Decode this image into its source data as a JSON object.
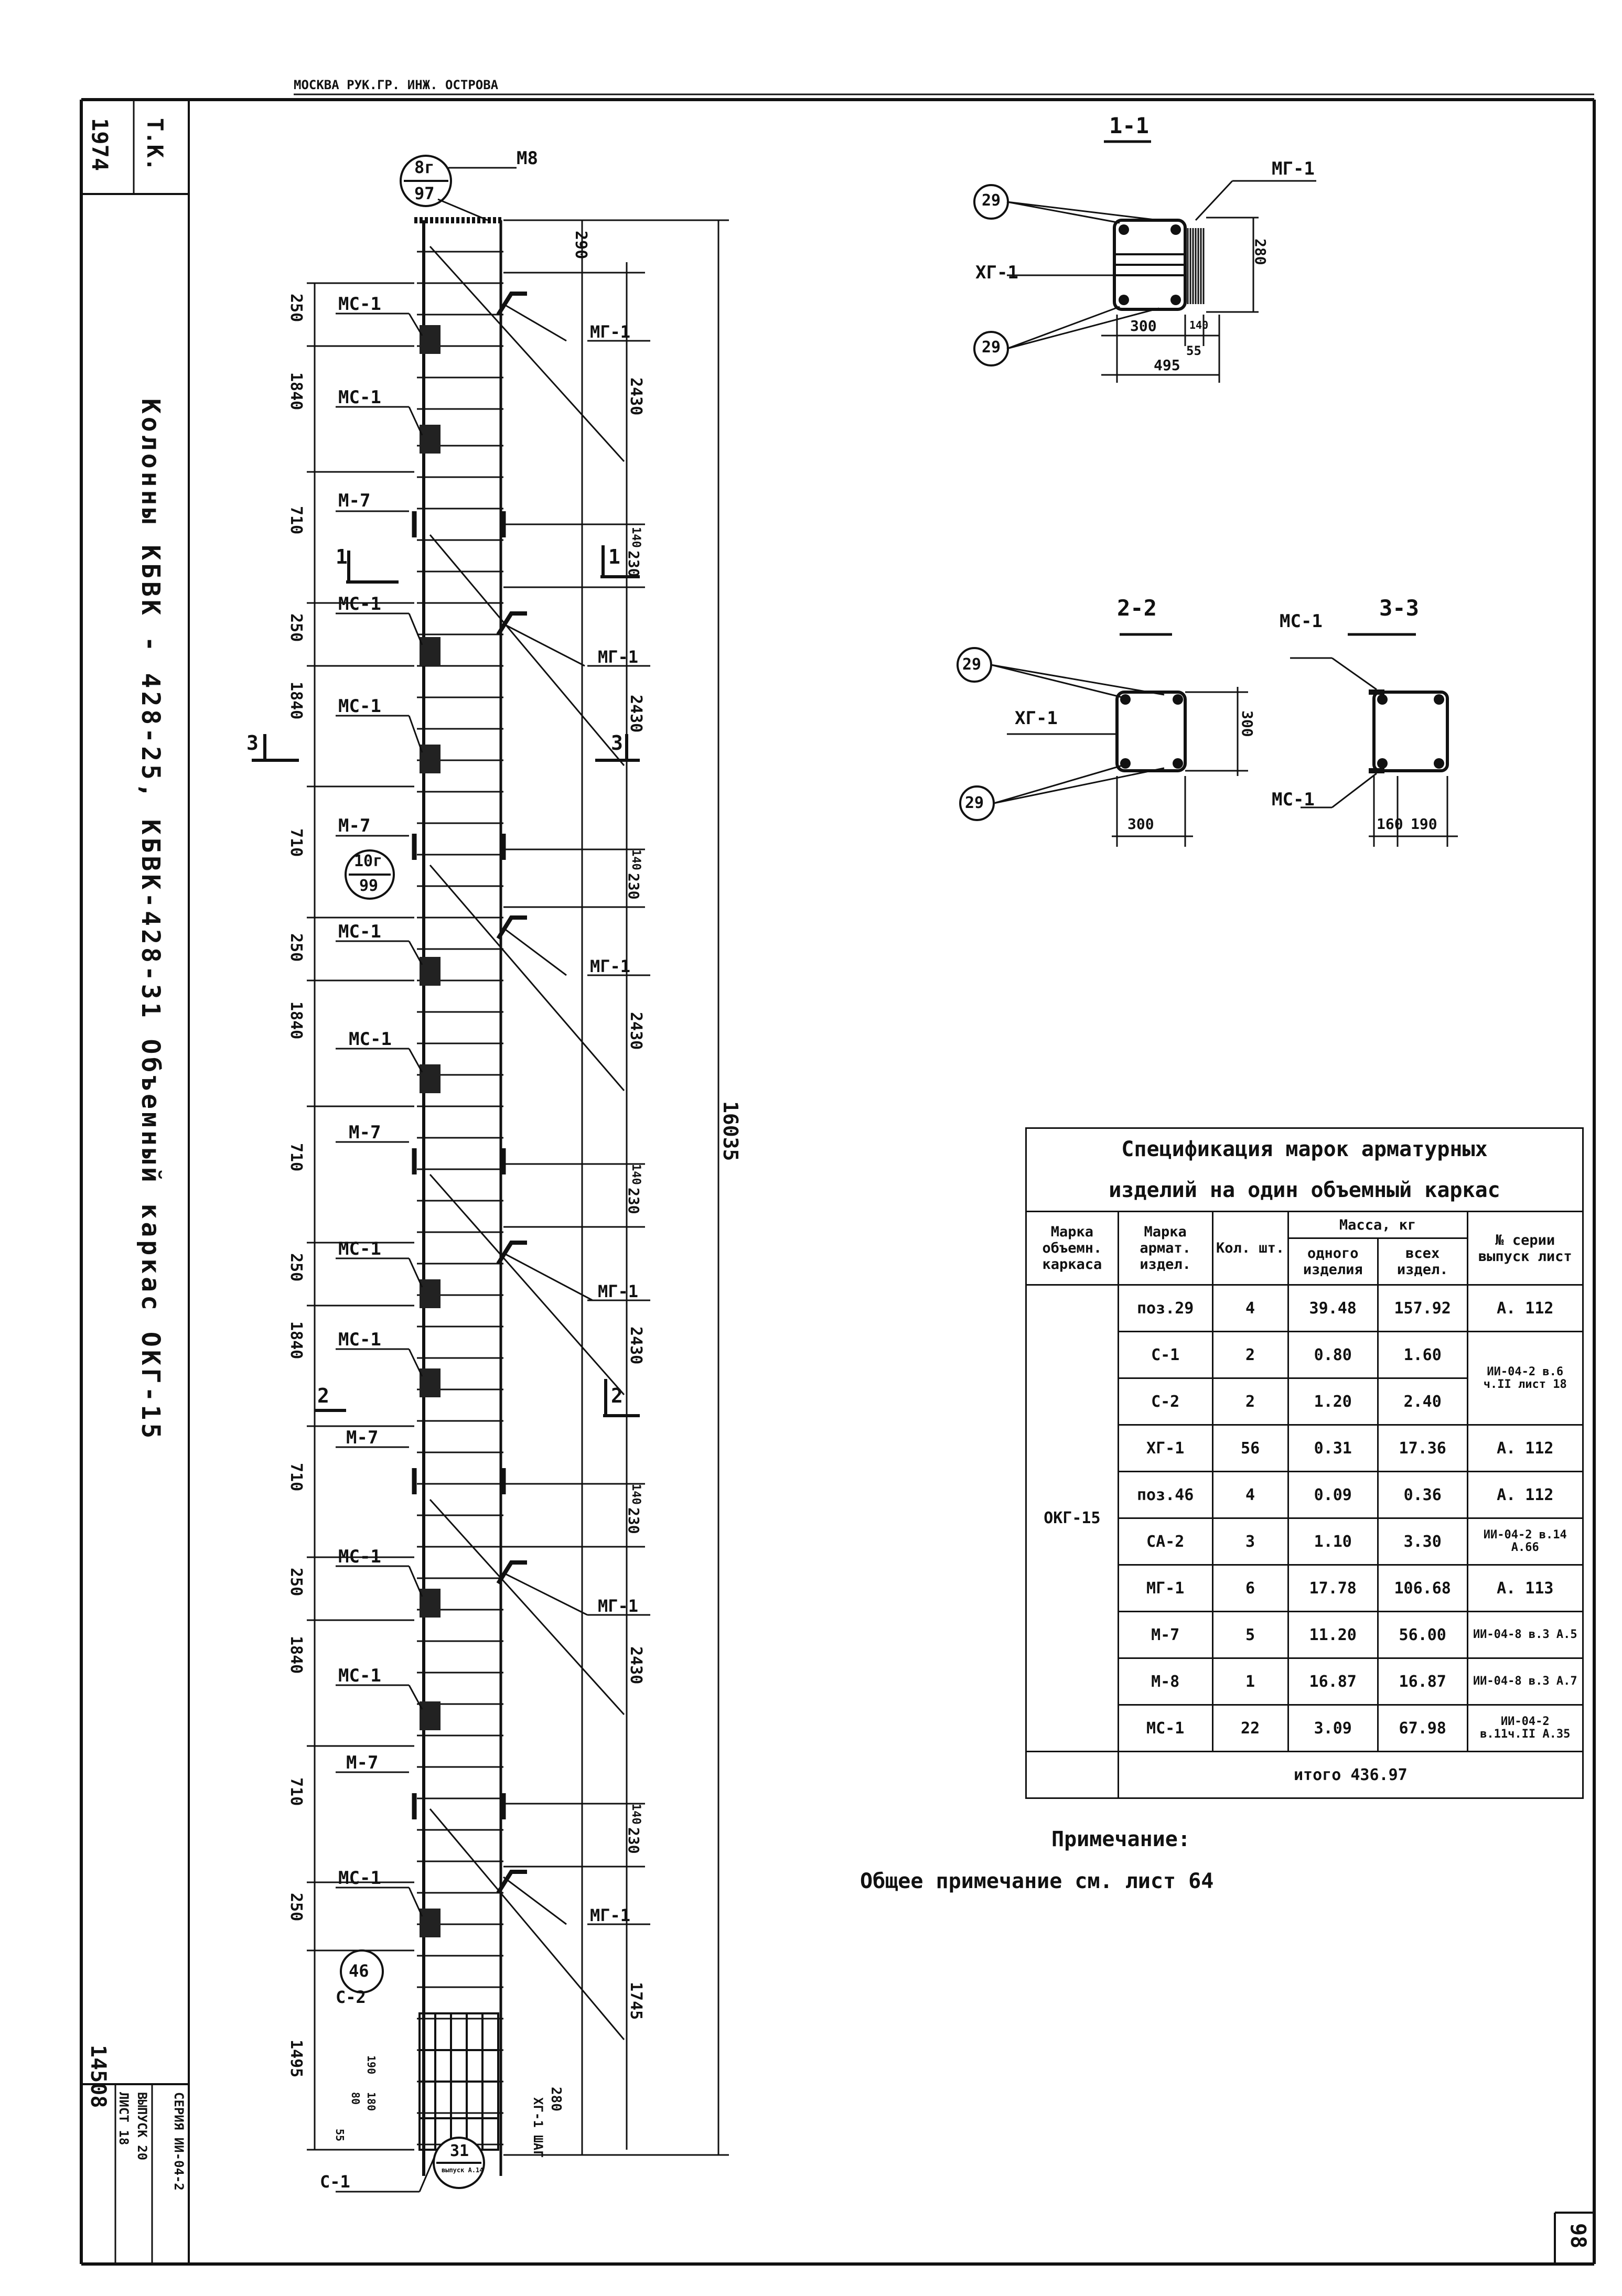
{
  "sheet": {
    "year": "1974",
    "tk": "Т.К.",
    "title_vertical": "Колонны   КБВК - 428-25, КБВК-428-31   Объемный каркас ОКГ-15",
    "top_block_text": "МОСКВА  РУК.ГР. ИНЖ.              ОСТРОВА",
    "stamp_vertical": "14508",
    "stamp_series": "СЕРИЯ ИИ-04-2",
    "stamp_issue": "ВЫПУСК 20",
    "stamp_list": "ЛИСТ 18",
    "page_number": "98"
  },
  "elevation": {
    "top_callout": {
      "top": "8г",
      "bottom": "97"
    },
    "mid_callout": {
      "top": "10г",
      "bottom": "99"
    },
    "bottom_callout": {
      "top": "31",
      "bottom": "выпуск А.14"
    },
    "callout_46": "46",
    "top_label": "М8",
    "total_length": "16035",
    "dim_290": "290",
    "dim_2430": "2430",
    "dim_140": "140",
    "dim_230": "230",
    "dim_1745": "1745",
    "dim_280": "280",
    "left_250": "250",
    "left_1840": "1840",
    "left_710": "710",
    "left_1495": "1495",
    "left_small": [
      "190",
      "180",
      "80",
      "55"
    ],
    "label_mc1": "МС-1",
    "label_m7": "М-7",
    "label_mg1": "МГ-1",
    "label_c2": "С-2",
    "label_c1": "С-1",
    "label_xg1_shag": "ХГ-1 ШАГ",
    "cut_1": "1",
    "cut_2": "2",
    "cut_3": "3"
  },
  "section_1_1": {
    "title": "1-1",
    "callout": "29",
    "mg1": "МГ-1",
    "xg1": "ХГ-1",
    "dim_280": "280",
    "dim_300": "300",
    "dim_140": "140",
    "dim_55": "55",
    "dim_495": "495"
  },
  "section_2_2": {
    "title": "2-2",
    "callout": "29",
    "xg1": "ХГ-1",
    "dim_300v": "300",
    "dim_300h": "300"
  },
  "section_3_3": {
    "title": "3-3",
    "mc1": "МС-1",
    "dim_160": "160",
    "dim_190": "190"
  },
  "spec": {
    "title_line1": "Спецификация марок арматурных",
    "title_line2": "изделий на один объемный каркас",
    "headers": {
      "col1": "Марка объемн. каркаса",
      "col2": "Марка армат. издел.",
      "col3": "Кол. шт.",
      "mass": "Масса, кг",
      "mass_one": "одного изделия",
      "mass_all": "всех издел.",
      "col6": "№ серии выпуск лист"
    },
    "group_mark": "ОКГ-15",
    "rows": [
      {
        "mark": "поз.29",
        "qty": "4",
        "one": "39.48",
        "all": "157.92",
        "ref": "А. 112"
      },
      {
        "mark": "С-1",
        "qty": "2",
        "one": "0.80",
        "all": "1.60",
        "ref": "ИИ-04-2 в.6 ч.II лист 18"
      },
      {
        "mark": "С-2",
        "qty": "2",
        "one": "1.20",
        "all": "2.40",
        "ref": ""
      },
      {
        "mark": "ХГ-1",
        "qty": "56",
        "one": "0.31",
        "all": "17.36",
        "ref": "А. 112"
      },
      {
        "mark": "поз.46",
        "qty": "4",
        "one": "0.09",
        "all": "0.36",
        "ref": "А. 112"
      },
      {
        "mark": "СА-2",
        "qty": "3",
        "one": "1.10",
        "all": "3.30",
        "ref": "ИИ-04-2 в.14 А.66"
      },
      {
        "mark": "МГ-1",
        "qty": "6",
        "one": "17.78",
        "all": "106.68",
        "ref": "А. 113"
      },
      {
        "mark": "М-7",
        "qty": "5",
        "one": "11.20",
        "all": "56.00",
        "ref": "ИИ-04-8 в.3 А.5"
      },
      {
        "mark": "М-8",
        "qty": "1",
        "one": "16.87",
        "all": "16.87",
        "ref": "ИИ-04-8 в.3 А.7"
      },
      {
        "mark": "МС-1",
        "qty": "22",
        "one": "3.09",
        "all": "67.98",
        "ref": "ИИ-04-2 в.11ч.II А.35"
      }
    ],
    "total": "итого  436.97"
  },
  "note": {
    "title": "Примечание:",
    "text": "Общее примечание см. лист 64"
  }
}
